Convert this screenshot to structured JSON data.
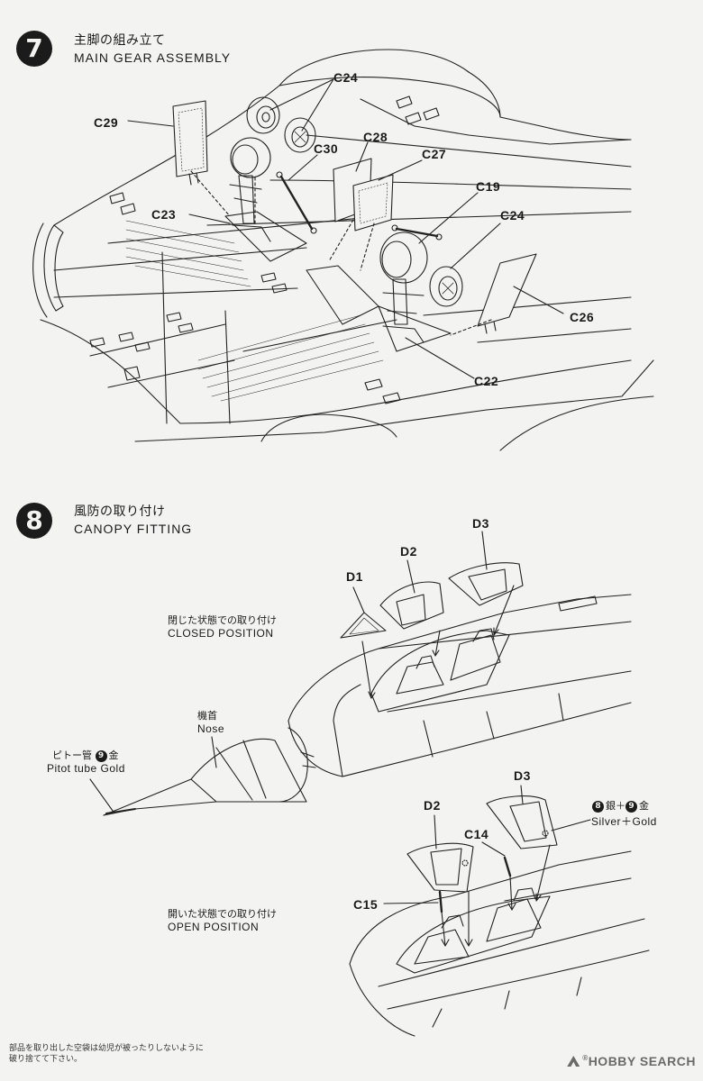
{
  "step7": {
    "number": "7",
    "title_jp": "主脚の組み立て",
    "title_en": "MAIN GEAR ASSEMBLY",
    "parts": [
      "C24",
      "C29",
      "C30",
      "C28",
      "C27",
      "C19",
      "C23",
      "C24",
      "C26",
      "C22"
    ]
  },
  "step8": {
    "number": "8",
    "title_jp": "風防の取り付け",
    "title_en": "CANOPY FITTING",
    "parts": [
      "D3",
      "D2",
      "D1",
      "D3",
      "D2",
      "C14",
      "C15"
    ],
    "closed_jp": "閉じた状態での取り付け",
    "closed_en": "CLOSED POSITION",
    "open_jp": "開いた状態での取り付け",
    "open_en": "OPEN POSITION",
    "nose_jp": "機首",
    "nose_en": "Nose",
    "pitot_jp": "ピトー管",
    "pitot_num": "9",
    "pitot_color_jp": "金",
    "pitot_en": "Pitot tube Gold",
    "paint_num1": "8",
    "paint_color1_jp": "銀",
    "paint_num2": "9",
    "paint_color2_jp": "金",
    "paint_en": "Silver＋Gold"
  },
  "footer": {
    "warning_line1": "部品を取り出した空袋は幼児が被ったりしないように",
    "warning_line2": "破り捨てて下さい。",
    "logo": "HOBBY SEARCH"
  }
}
